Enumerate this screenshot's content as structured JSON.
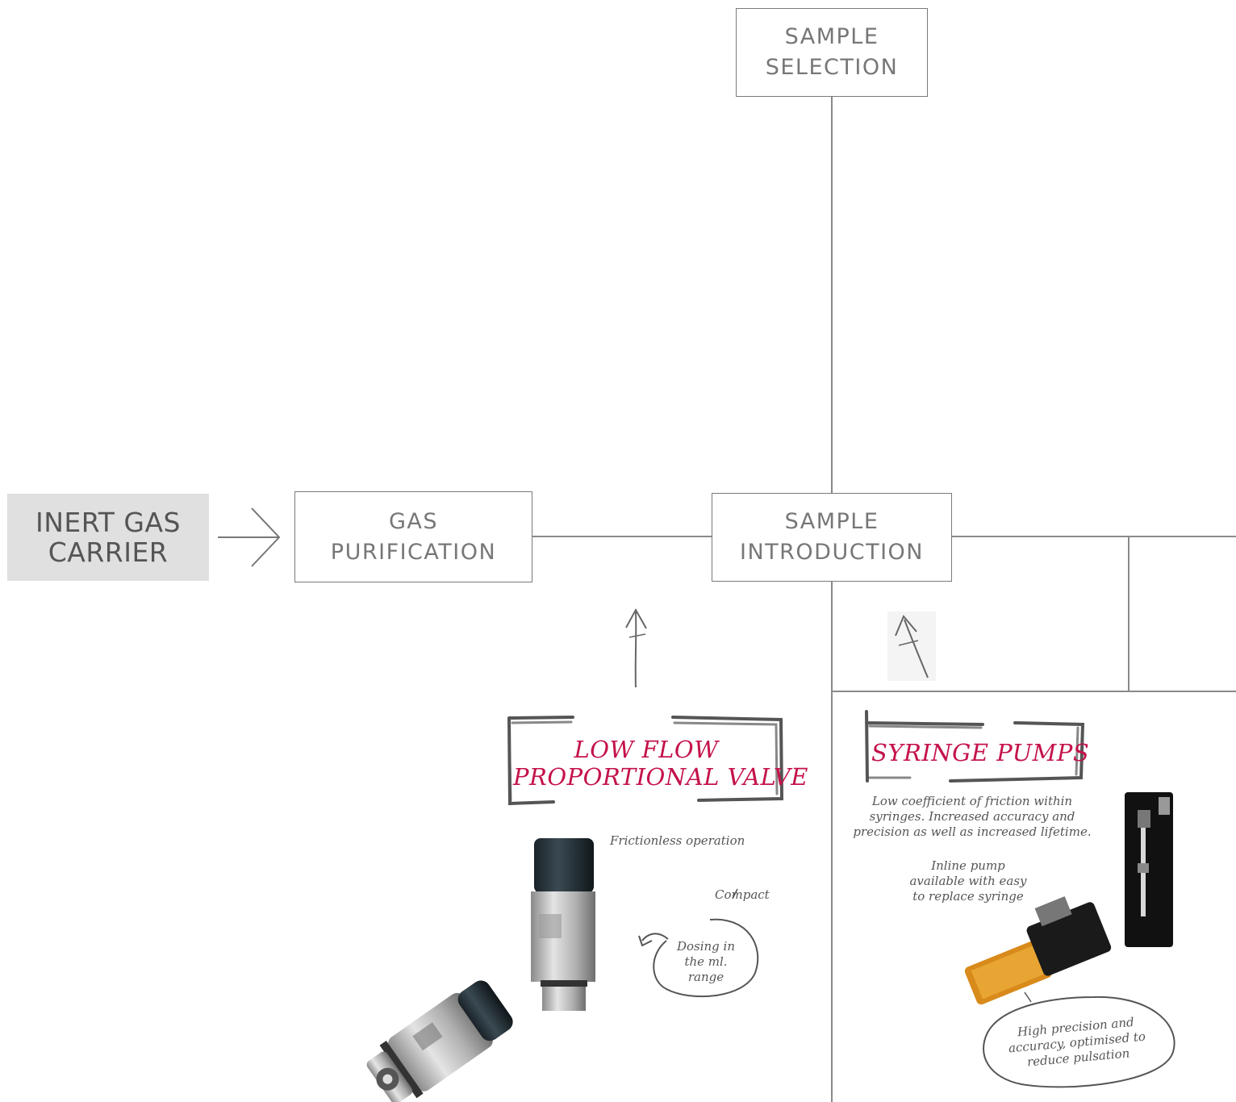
{
  "nodes": {
    "inert_gas": {
      "line1": "INERT GAS",
      "line2": "CARRIER"
    },
    "gas_purification": {
      "line1": "GAS",
      "line2": "PURIFICATION"
    },
    "sample_selection": {
      "line1": "SAMPLE",
      "line2": "SELECTION"
    },
    "sample_introduction": {
      "line1": "SAMPLE",
      "line2": "INTRODUCTION"
    }
  },
  "products": {
    "valve": {
      "title_line1": "LOW FLOW",
      "title_line2": "PROPORTIONAL VALVE",
      "note_frictionless": "Frictionless operation",
      "note_compact": "Compact",
      "note_dosing": [
        "Dosing in",
        "the ml.",
        "range"
      ]
    },
    "syringe": {
      "title": "SYRINGE PUMPS",
      "note_friction": [
        "Low coefficient of friction within",
        "syringes. Increased accuracy and",
        "precision as well as increased lifetime."
      ],
      "note_inline": [
        "Inline pump",
        "available with easy",
        "to replace syringe"
      ],
      "note_precision": [
        "High precision and",
        "accuracy, optimised to",
        "reduce pulsation"
      ]
    }
  },
  "colors": {
    "accent": "#c4124a",
    "line": "#8a8a8a",
    "box_fill": "#e0e0e0"
  }
}
